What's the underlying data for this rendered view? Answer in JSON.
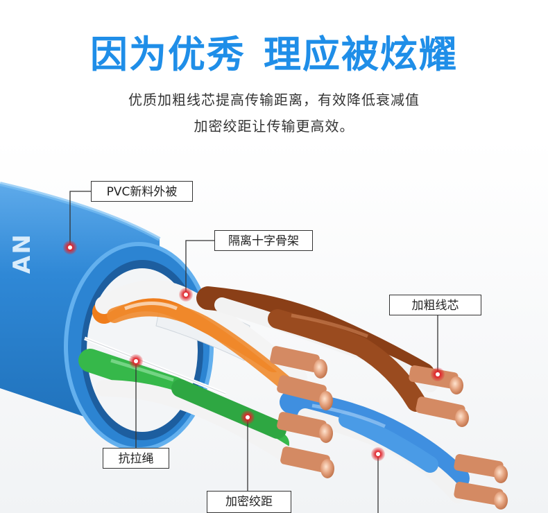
{
  "headline": {
    "part1": "因为优秀",
    "part2": "理应被炫耀"
  },
  "subtitle": {
    "line1": "优质加粗线芯提高传输距离，有效降低衰减值",
    "line2": "加密绞距让传输更高效。"
  },
  "cable": {
    "brand_fragment": "AN",
    "colors": {
      "jacket": "#2f88d6",
      "jacket_light": "#63b0ee",
      "orange": "#ef7d1c",
      "brown": "#8a3f17",
      "green": "#36b84a",
      "blue": "#3f8fe0",
      "copper": "#d4896a",
      "marker": "#e0242b",
      "accent": "#1f8ee8"
    }
  },
  "callouts": {
    "jacket": "PVC新料外被",
    "cross_spine": "隔离十字骨架",
    "thick_core": "加粗线芯",
    "rip_cord": "抗拉绳",
    "twist_pitch": "加密绞距"
  }
}
